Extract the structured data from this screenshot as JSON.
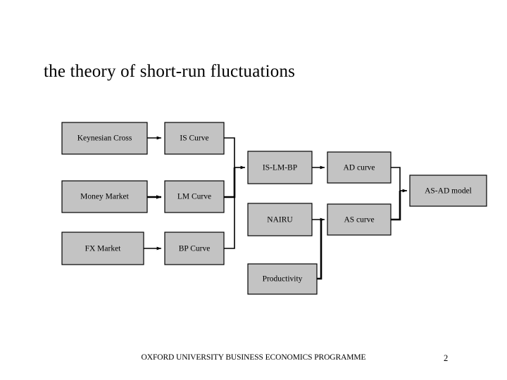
{
  "slide": {
    "title": "the theory of short-run fluctuations",
    "background_color": "#ffffff",
    "box_fill_color": "#c3c3c3",
    "box_border_color": "#000000",
    "connector_color": "#000000"
  },
  "diagram": {
    "type": "flowchart",
    "nodes": [
      {
        "id": "keynesian-cross",
        "label": "Keynesian Cross",
        "column": 1,
        "row": 1
      },
      {
        "id": "money-market",
        "label": "Money Market",
        "column": 1,
        "row": 2
      },
      {
        "id": "fx-market",
        "label": "FX Market",
        "column": 1,
        "row": 3
      },
      {
        "id": "is-curve",
        "label": "IS Curve",
        "column": 2,
        "row": 1
      },
      {
        "id": "lm-curve",
        "label": "LM Curve",
        "column": 2,
        "row": 2
      },
      {
        "id": "bp-curve",
        "label": "BP Curve",
        "column": 2,
        "row": 3
      },
      {
        "id": "is-lm-bp",
        "label": "IS-LM-BP",
        "column": 3,
        "row": 1
      },
      {
        "id": "nairu",
        "label": "NAIRU",
        "column": 3,
        "row": 2
      },
      {
        "id": "productivity",
        "label": "Productivity",
        "column": 3,
        "row": 3
      },
      {
        "id": "ad-curve",
        "label": "AD curve",
        "column": 4,
        "row": 1
      },
      {
        "id": "as-curve",
        "label": "AS curve",
        "column": 4,
        "row": 2
      },
      {
        "id": "as-ad-model",
        "label": "AS-AD model",
        "column": 5,
        "row": 1
      }
    ],
    "edges": [
      {
        "from": "keynesian-cross",
        "to": "is-curve"
      },
      {
        "from": "money-market",
        "to": "lm-curve"
      },
      {
        "from": "fx-market",
        "to": "bp-curve"
      },
      {
        "from": "is-curve",
        "to": "is-lm-bp"
      },
      {
        "from": "lm-curve",
        "to": "is-lm-bp"
      },
      {
        "from": "bp-curve",
        "to": "is-lm-bp"
      },
      {
        "from": "is-lm-bp",
        "to": "ad-curve"
      },
      {
        "from": "nairu",
        "to": "as-curve"
      },
      {
        "from": "productivity",
        "to": "as-curve"
      },
      {
        "from": "ad-curve",
        "to": "as-ad-model"
      },
      {
        "from": "as-curve",
        "to": "as-ad-model"
      }
    ]
  },
  "footer": {
    "organisation": "OXFORD UNIVERSITY BUSINESS ECONOMICS PROGRAMME",
    "page_number": "2"
  }
}
